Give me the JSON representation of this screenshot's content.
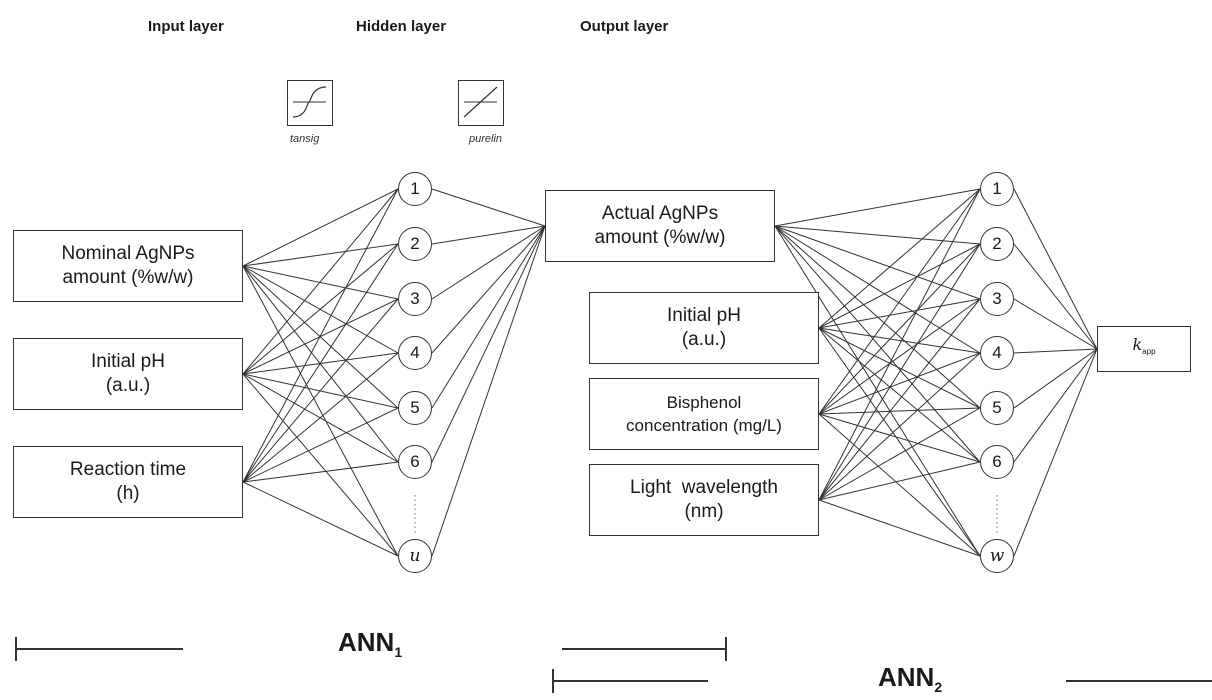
{
  "headers": {
    "input": "Input layer",
    "hidden": "Hidden layer",
    "output": "Output layer"
  },
  "transfer_functions": {
    "tansig": "tansig",
    "purelin": "purelin"
  },
  "ann1": {
    "inputs": [
      {
        "line1": "Nominal AgNPs",
        "line2": "amount (%w/w)"
      },
      {
        "line1": "Initial pH",
        "line2": "(a.u.)"
      },
      {
        "line1": "Reaction time",
        "line2": "(h)"
      }
    ],
    "hidden_nodes": [
      "1",
      "2",
      "3",
      "4",
      "5",
      "6",
      "u"
    ],
    "output": {
      "line1": "Actual AgNPs",
      "line2": "amount (%w/w)"
    },
    "label": "ANN",
    "label_sub": "1"
  },
  "ann2": {
    "extra_inputs": [
      {
        "line1": "Initial pH",
        "line2": "(a.u.)"
      },
      {
        "line1": "Bisphenol",
        "line2": "concentration (mg/L)"
      },
      {
        "line1": "Light  wavelength",
        "line2": "(nm)"
      }
    ],
    "hidden_nodes": [
      "1",
      "2",
      "3",
      "4",
      "5",
      "6",
      "w"
    ],
    "output_symbol": "k",
    "output_sub": "app",
    "label": "ANN",
    "label_sub": "2"
  }
}
